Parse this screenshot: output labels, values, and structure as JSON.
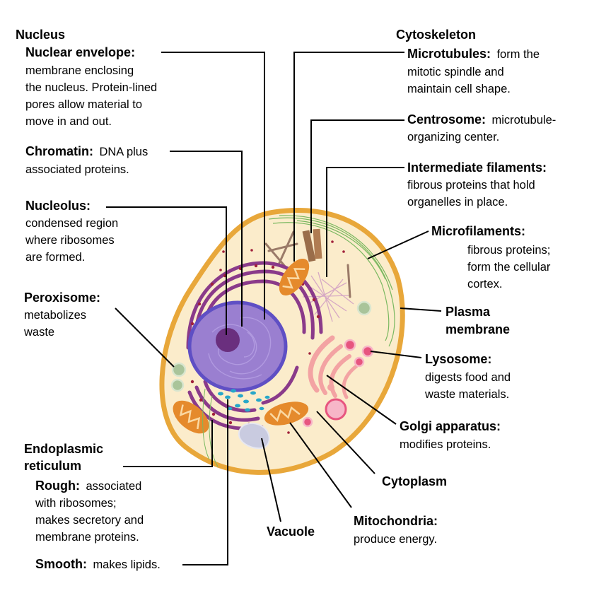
{
  "colors": {
    "cell_fill": "#fbeccb",
    "cell_membrane": "#e8a73a",
    "nucleus_fill": "#9a7fd0",
    "nucleus_envelope": "#5f4fc4",
    "nucleolus": "#6a2f7e",
    "rough_er": "#8a3a8a",
    "ribosome": "#a0203a",
    "mitochondria": "#e58a2c",
    "golgi": "#f3a3a3",
    "lysosome": "#e7557f",
    "smooth_er": "#27a7c9",
    "peroxisome": "#a9c49a",
    "vacuole": "#c9cbe0",
    "microfilaments": "#7ab860",
    "intermediate_filaments": "#d6a8c4",
    "centrosome": "#9a6d4a",
    "leader_line": "#000000"
  },
  "labels": {
    "nucleus": {
      "heading": "Nucleus"
    },
    "nuclear_envelope": {
      "heading": "Nuclear envelope:",
      "lines": [
        "membrane enclosing",
        "the nucleus. Protein-lined",
        "pores allow material to",
        "move in and out."
      ]
    },
    "chromatin": {
      "heading": "Chromatin:",
      "inline": "DNA plus",
      "lines": [
        "associated proteins."
      ]
    },
    "nucleolus": {
      "heading": "Nucleolus:",
      "lines": [
        "condensed region",
        "where ribosomes",
        "are formed."
      ]
    },
    "peroxisome": {
      "heading": "Peroxisome:",
      "lines": [
        "metabolizes",
        "waste"
      ]
    },
    "endoplasmic_reticulum": {
      "heading_lines": [
        "Endoplasmic",
        "reticulum"
      ]
    },
    "rough_er": {
      "heading": "Rough:",
      "inline": "associated",
      "lines": [
        "with ribosomes;",
        "makes secretory and",
        "membrane proteins."
      ]
    },
    "smooth_er": {
      "heading": "Smooth:",
      "inline": "makes lipids."
    },
    "cytoskeleton": {
      "heading": "Cytoskeleton"
    },
    "microtubules": {
      "heading": "Microtubules:",
      "inline": "form the",
      "lines": [
        "mitotic spindle and",
        "maintain cell shape."
      ]
    },
    "centrosome": {
      "heading": "Centrosome:",
      "inline": "microtubule-",
      "lines": [
        "organizing center."
      ]
    },
    "intermediate_filaments": {
      "heading": "Intermediate filaments:",
      "lines": [
        "fibrous proteins that hold",
        "organelles in place."
      ]
    },
    "microfilaments": {
      "heading": "Microfilaments:",
      "lines": [
        "fibrous proteins;",
        "form the cellular",
        "cortex."
      ]
    },
    "plasma_membrane": {
      "heading_lines": [
        "Plasma",
        "membrane"
      ]
    },
    "lysosome": {
      "heading": "Lysosome:",
      "lines": [
        "digests food and",
        "waste materials."
      ]
    },
    "golgi": {
      "heading": "Golgi apparatus:",
      "lines": [
        "modifies proteins."
      ]
    },
    "cytoplasm": {
      "heading": "Cytoplasm"
    },
    "mitochondria": {
      "heading": "Mitochondria:",
      "lines": [
        "produce energy."
      ]
    },
    "vacuole": {
      "heading": "Vacuole"
    }
  }
}
